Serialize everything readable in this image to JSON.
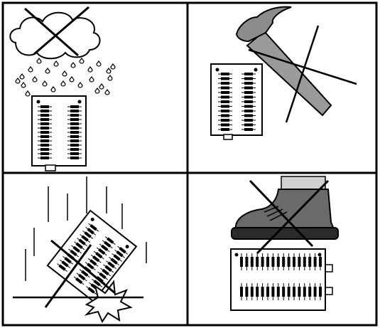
{
  "diagram": {
    "panels": [
      {
        "id": "rain",
        "subject": "cloud-and-rain-over-board",
        "prohibited": true
      },
      {
        "id": "hammer",
        "subject": "hammer-striking-board",
        "prohibited": true
      },
      {
        "id": "drop",
        "subject": "board-falling-impact",
        "prohibited": true
      },
      {
        "id": "boot",
        "subject": "boot-stepping-on-board",
        "prohibited": true
      }
    ],
    "colors": {
      "line": "#000000",
      "paper": "#ffffff",
      "hammer_head": "#8c8c8c",
      "hammer_handle": "#9a9a9a",
      "boot_upper": "#6a6a6a",
      "boot_sole": "#2b2b2b",
      "sock": "#d0d0d0"
    }
  }
}
